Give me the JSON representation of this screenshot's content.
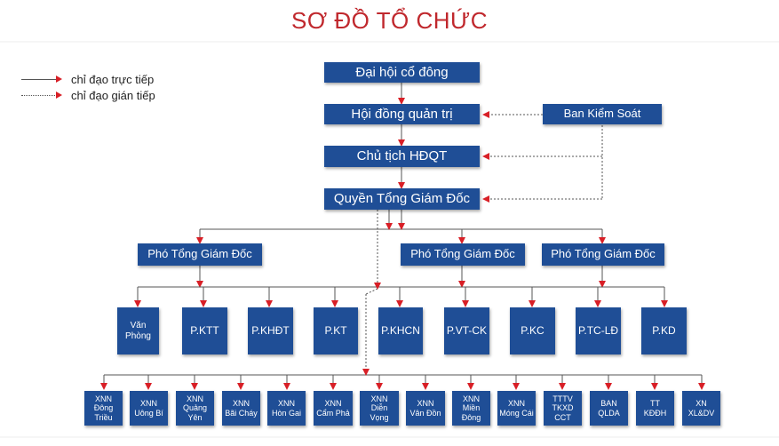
{
  "title": "SƠ ĐỒ TỔ CHỨC",
  "legend": {
    "direct": "chỉ đạo trực tiếp",
    "indirect": "chỉ đạo gián tiếp"
  },
  "colors": {
    "box": "#1f4e96",
    "arrow": "#d81f26",
    "title": "#c0282d",
    "line": "#555555"
  },
  "top": {
    "general_meeting": "Đại hội cổ đông",
    "board": "Hội đồng quản trị",
    "supervisory": "Ban Kiểm Soát",
    "chairman": "Chủ tịch HĐQT",
    "ceo": "Quyền Tổng Giám Đốc"
  },
  "deputies": [
    "Phó Tổng Giám Đốc",
    "Phó Tổng Giám Đốc",
    "Phó Tổng Giám Đốc"
  ],
  "departments": [
    "Văn Phòng",
    "P.KTT",
    "P.KHĐT",
    "P.KT",
    "P.KHCN",
    "P.VT-CK",
    "P.KC",
    "P.TC-LĐ",
    "P.KD"
  ],
  "units": [
    "XNN\nĐông Triều",
    "XNN\nUông Bí",
    "XNN\nQuảng Yên",
    "XNN\nBãi Cháy",
    "XNN\nHòn Gai",
    "XNN\nCẩm Phả",
    "XNN\nDiễn Vọng",
    "XNN\nVân Đồn",
    "XNN\nMiền Đông",
    "XNN\nMóng Cái",
    "TTTV\nTKXD\nCCT",
    "BAN\nQLDA",
    "TT\nKĐĐH",
    "XN\nXL&DV"
  ]
}
